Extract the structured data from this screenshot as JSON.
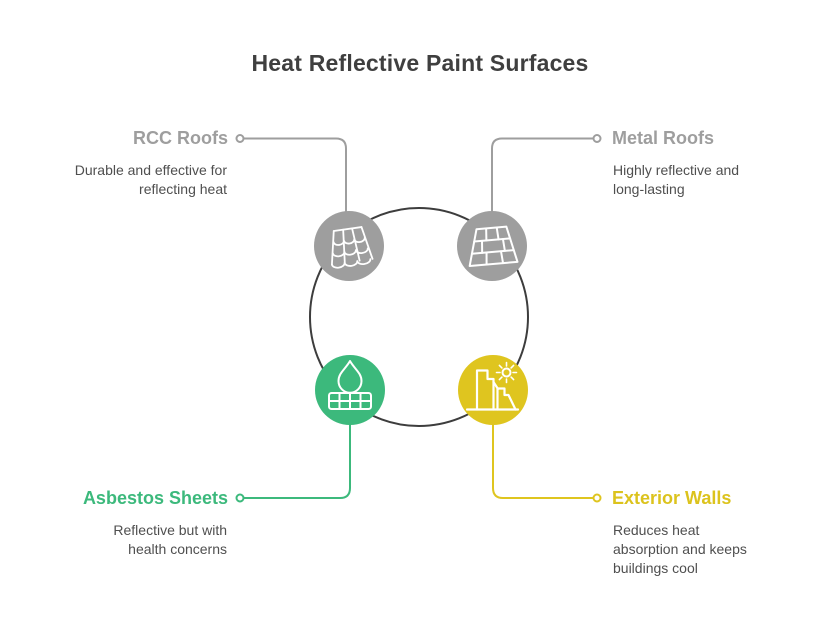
{
  "title": "Heat Reflective Paint Surfaces",
  "colors": {
    "gray": "#9e9e9e",
    "green": "#3cb97c",
    "yellow": "#dfc51f",
    "ring": "#3d3d3d",
    "title_text": "#3f3f3f",
    "body_text": "#4f4f4f",
    "icon_stroke": "#ffffff",
    "background": "#ffffff"
  },
  "nodes": [
    {
      "label": "RCC Roofs",
      "description": "Durable and effective for\nreflecting heat",
      "color": "#9e9e9e",
      "icon": "tiled-roof-icon",
      "position": "top-left"
    },
    {
      "label": "Metal Roofs",
      "description": "Highly reflective and\nlong-lasting",
      "color": "#9e9e9e",
      "icon": "metal-roof-icon",
      "position": "top-right"
    },
    {
      "label": "Asbestos Sheets",
      "description": "Reflective but with\nhealth concerns",
      "color": "#3cb97c",
      "icon": "flame-sheet-icon",
      "position": "bottom-left"
    },
    {
      "label": "Exterior Walls",
      "description": "Reduces heat\nabsorption and keeps\nbuildings cool",
      "color": "#dfc51f",
      "icon": "sun-wall-icon",
      "position": "bottom-right"
    }
  ]
}
